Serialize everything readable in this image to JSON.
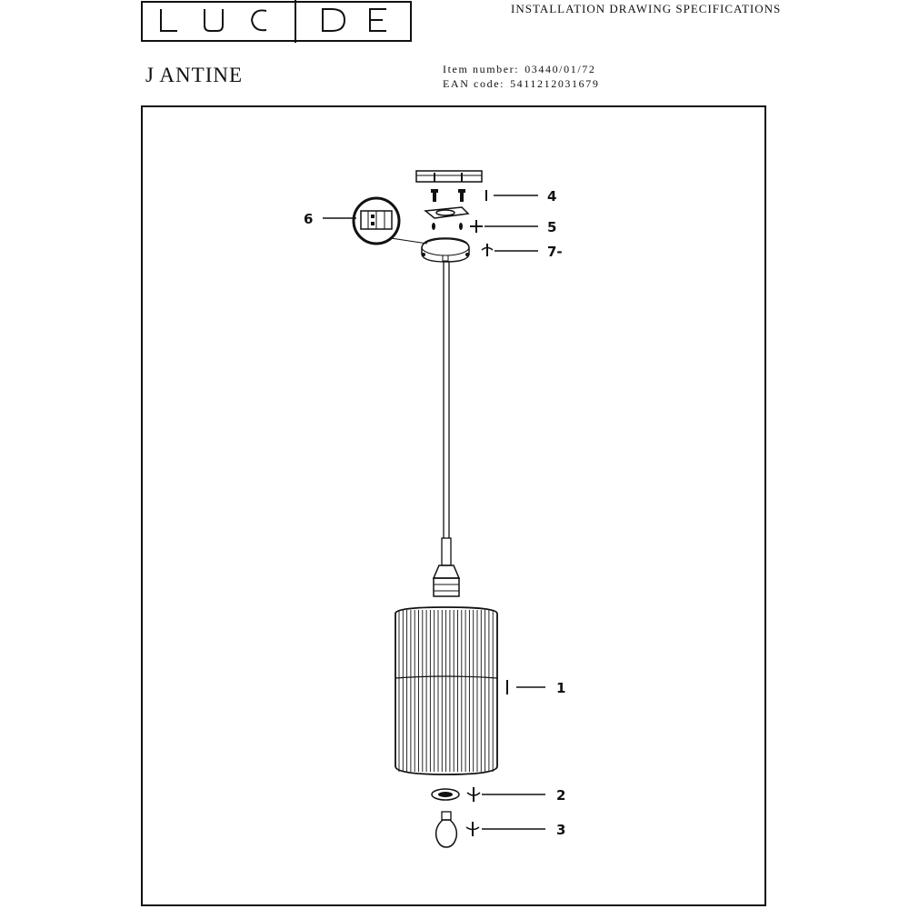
{
  "header": {
    "brand": "LUCIDE",
    "doc_type": "INSTALLATION DRAWING SPECIFICATIONS",
    "product_name": "J ANTINE",
    "item_label": "Item number:",
    "item_value": "03440/01/72",
    "ean_label": "EAN code:",
    "ean_value": "5411212031679"
  },
  "callouts": {
    "c1": "1",
    "c2": "2",
    "c3": "3",
    "c4": "4",
    "c5": "5",
    "c6": "6",
    "c7": "7-"
  },
  "icons": {
    "screw": "screw-icon",
    "rotate": "rotate-arrow-icon",
    "bulb": "light-bulb-icon"
  }
}
